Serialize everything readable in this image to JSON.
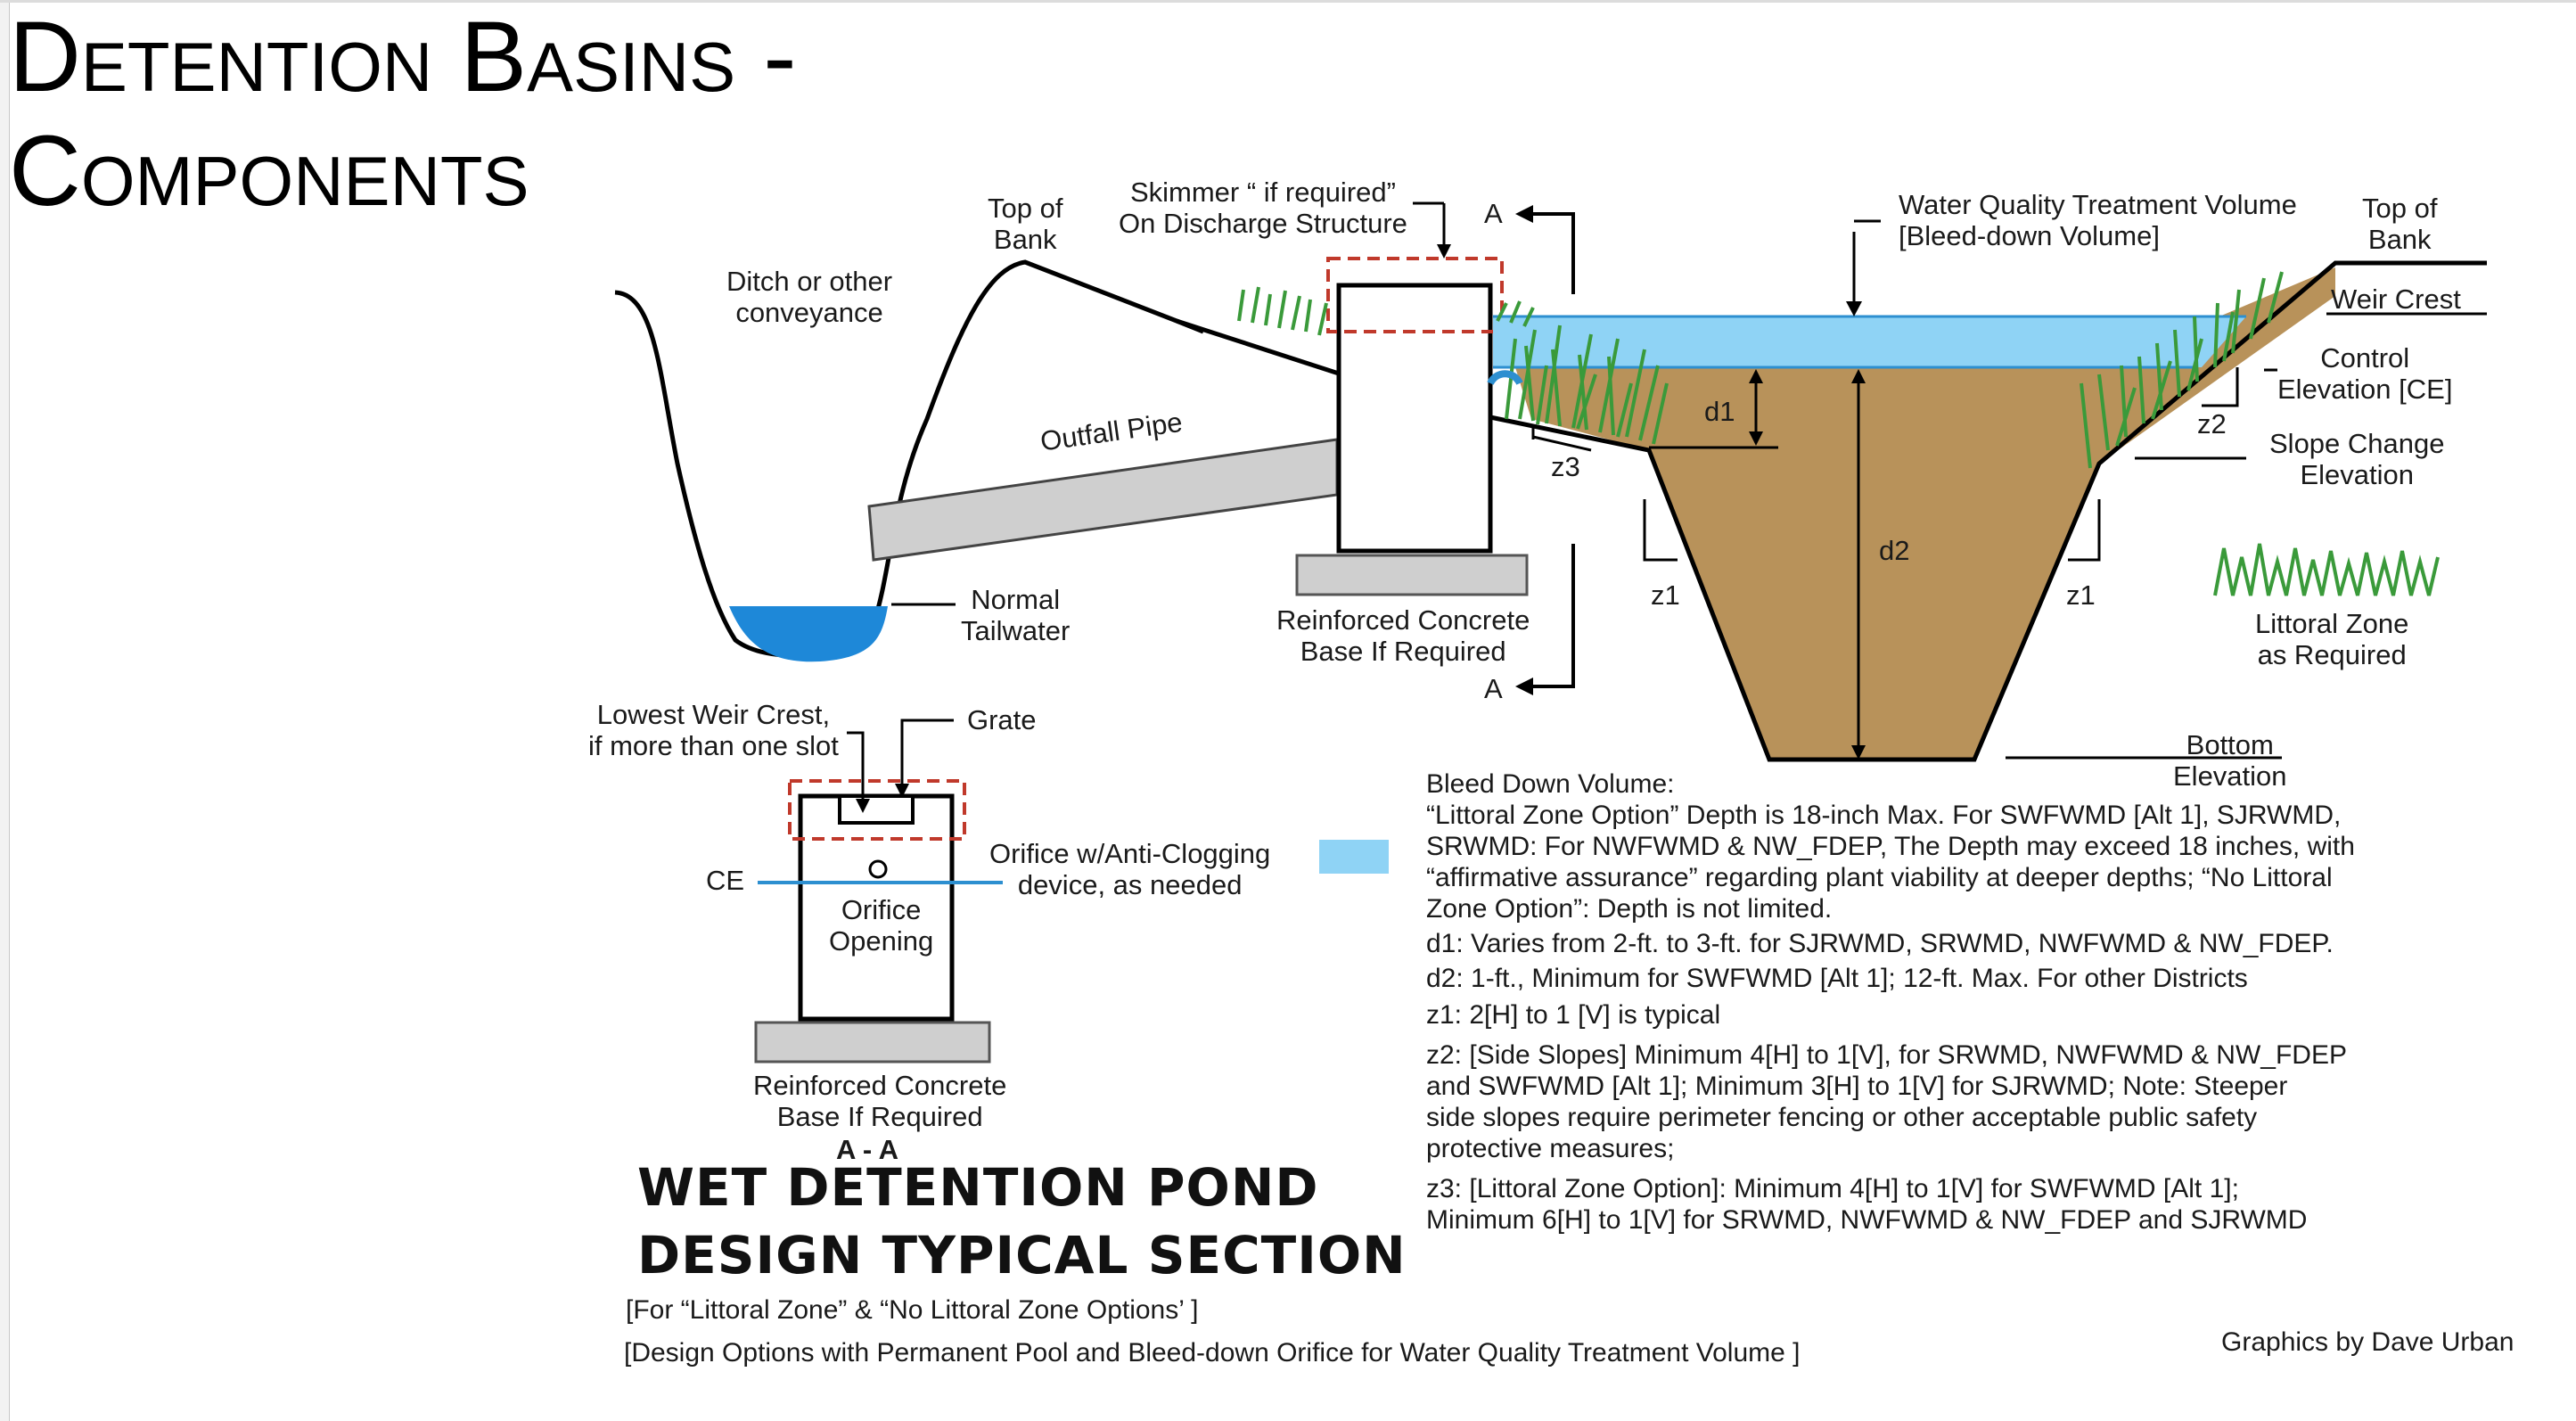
{
  "slide": {
    "title_line1": "Detention Basins -",
    "title_line2": "Components"
  },
  "labels": {
    "top_of_bank_left": [
      "Top of",
      "Bank"
    ],
    "skimmer": [
      "Skimmer “ if required”",
      "On Discharge Structure"
    ],
    "section_a_top": "A",
    "section_a_bottom": "A",
    "wqtv": [
      "Water Quality Treatment Volume",
      "[Bleed-down Volume]"
    ],
    "top_of_bank_right": [
      "Top of",
      "Bank"
    ],
    "ditch": [
      "Ditch or other",
      "conveyance"
    ],
    "weir_crest": "Weir Crest",
    "control_elevation": [
      "Control",
      "Elevation [CE]"
    ],
    "outfall_pipe": "Outfall Pipe",
    "d1": "d1",
    "d2": "d2",
    "z1_left": "z1",
    "z1_right": "z1",
    "z2": "z2",
    "z3": "z3",
    "slope_change": [
      "Slope Change",
      "Elevation"
    ],
    "normal_tailwater": [
      "Normal",
      "Tailwater"
    ],
    "rc_base_main": [
      "Reinforced Concrete",
      "Base If Required"
    ],
    "littoral_zone": [
      "Littoral Zone",
      "as Required"
    ],
    "bottom_elevation": [
      "Bottom",
      "Elevation"
    ],
    "lowest_weir": [
      "Lowest Weir Crest,",
      "if more than one slot"
    ],
    "grate": "Grate",
    "ce": "CE",
    "orifice_opening": [
      "Orifice",
      "Opening"
    ],
    "orifice_device": [
      "Orifice w/Anti-Clogging",
      "device, as needed"
    ],
    "rc_base_detail": [
      "Reinforced Concrete",
      "Base If Required"
    ],
    "aa": "A - A"
  },
  "notes": [
    "Bleed Down Volume:",
    "“Littoral Zone Option” Depth is 18-inch Max. For SWFWMD [Alt 1], SJRWMD,",
    "SRWMD: For NWFWMD & NW_FDEP, The Depth may exceed 18 inches, with",
    "“affirmative assurance” regarding plant viability at deeper depths; “No Littoral",
    "Zone Option”: Depth is not limited.",
    "d1: Varies from 2-ft. to 3-ft. for SJRWMD, SRWMD, NWFWMD & NW_FDEP.",
    "d2: 1-ft., Minimum for SWFWMD [Alt 1]; 12-ft. Max. For other Districts",
    "z1: 2[H] to 1 [V] is typical",
    "z2: [Side Slopes] Minimum 4[H] to 1[V], for SRWMD, NWFWMD & NW_FDEP",
    "and SWFWMD [Alt 1]; Minimum 3[H] to 1[V] for SJRWMD; Note: Steeper",
    "side slopes require perimeter fencing or other acceptable public safety",
    "protective measures;",
    "z3: [Littoral Zone Option]: Minimum 4[H] to 1[V] for SWFWMD [Alt 1];",
    "Minimum 6[H] to 1[V] for SRWMD, NWFWMD & NW_FDEP and SJRWMD"
  ],
  "heading": {
    "line1": "WET DETENTION POND",
    "line2": "DESIGN TYPICAL SECTION"
  },
  "subtitle": {
    "line1": "[For “Littoral Zone” & “No Littoral Zone Options’ ]",
    "line2": "[Design Options with Permanent Pool and Bleed-down Orifice for Water Quality Treatment Volume ]"
  },
  "credit": "Graphics by Dave Urban",
  "colors": {
    "water": "#8fd3f5",
    "water_edge": "#2d8fd0",
    "tailwater": "#1e88d8",
    "soil": "#b8925a",
    "grass": "#3a9a3a",
    "concrete": "#cfcfcf",
    "dash_red": "#c0392b",
    "ce_line": "#2d8fd0"
  }
}
